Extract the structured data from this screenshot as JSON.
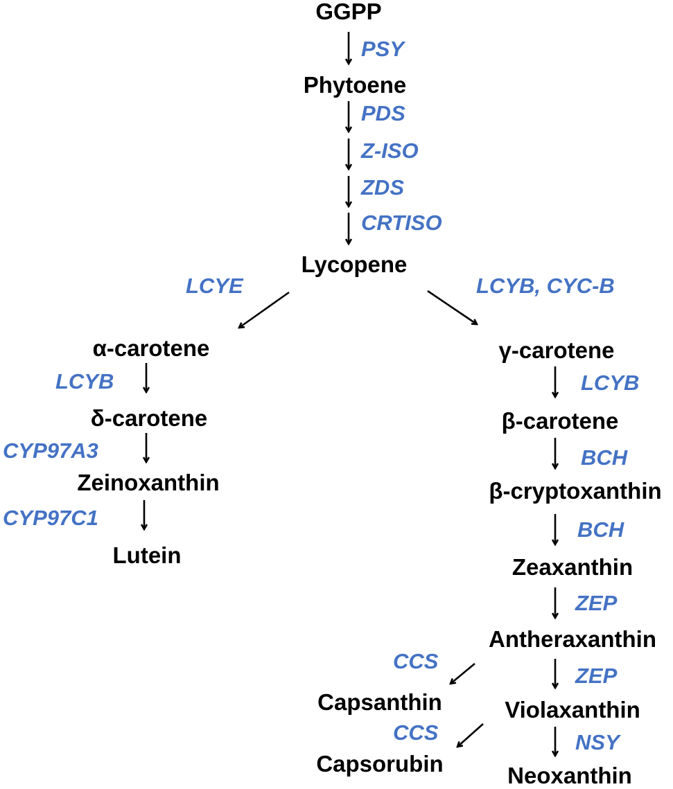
{
  "compounds": {
    "ggpp": "GGPP",
    "phytoene": "Phytoene",
    "lycopene": "Lycopene",
    "alpha_carotene": "α-carotene",
    "delta_carotene": "δ-carotene",
    "zeinoxanthin": "Zeinoxanthin",
    "lutein": "Lutein",
    "gamma_carotene": "γ-carotene",
    "beta_carotene": "β-carotene",
    "beta_cryptoxanthin": "β-cryptoxanthin",
    "zeaxanthin": "Zeaxanthin",
    "antheraxanthin": "Antheraxanthin",
    "violaxanthin": "Violaxanthin",
    "neoxanthin": "Neoxanthin",
    "capsanthin": "Capsanthin",
    "capsorubin": "Capsorubin"
  },
  "enzymes": {
    "psy": "PSY",
    "pds": "PDS",
    "z_iso": "Z-ISO",
    "zds": "ZDS",
    "crtiso": "CRTISO",
    "lcye": "LCYE",
    "lcyb_cycb": "LCYB, CYC-B",
    "lcyb_alpha": "LCYB",
    "cyp97a3": "CYP97A3",
    "cyp97c1": "CYP97C1",
    "lcyb_gamma": "LCYB",
    "bch_1": "BCH",
    "bch_2": "BCH",
    "zep_1": "ZEP",
    "zep_2": "ZEP",
    "nsy": "NSY",
    "ccs_1": "CCS",
    "ccs_2": "CCS"
  },
  "colors": {
    "compound_text": "#000000",
    "enzyme_text": "#4472C4",
    "arrow": "#000000"
  }
}
